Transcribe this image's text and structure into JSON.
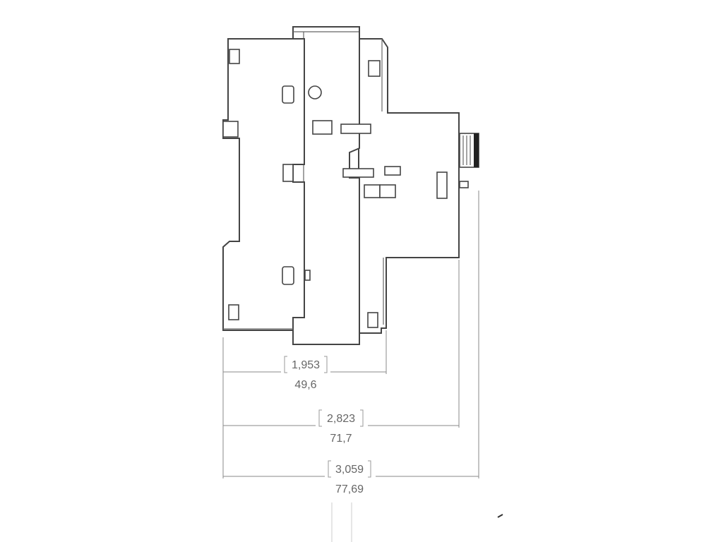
{
  "drawing": {
    "line_color": "#444444",
    "dimension_color": "#666666"
  },
  "dimensions": [
    {
      "id": "d1",
      "inch": "1,953",
      "mm": "49,6"
    },
    {
      "id": "d2",
      "inch": "2,823",
      "mm": "71,7"
    },
    {
      "id": "d3",
      "inch": "3,059",
      "mm": "77,69"
    }
  ]
}
